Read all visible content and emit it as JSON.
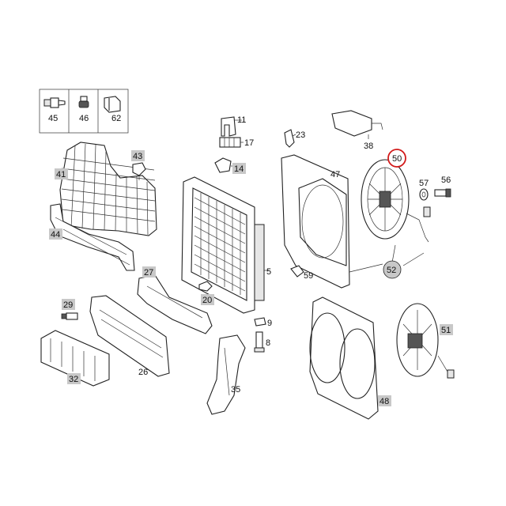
{
  "colors": {
    "label_box": "#c8c8c8",
    "highlight": "#d21a1a",
    "line": "#222222"
  },
  "labels": {
    "p45": "45",
    "p46": "46",
    "p62": "62",
    "p11": "11",
    "p17": "17",
    "p14": "14",
    "p23": "23",
    "p38": "38",
    "p43": "43",
    "p41": "41",
    "p47": "47",
    "p50": "50",
    "p57": "57",
    "p56": "56",
    "p44": "44",
    "p5": "5",
    "p27": "27",
    "p59": "59",
    "p52": "52",
    "p20": "20",
    "p29": "29",
    "p9": "9",
    "p8": "8",
    "p51": "51",
    "p26": "26",
    "p32": "32",
    "p35": "35",
    "p48": "48"
  }
}
